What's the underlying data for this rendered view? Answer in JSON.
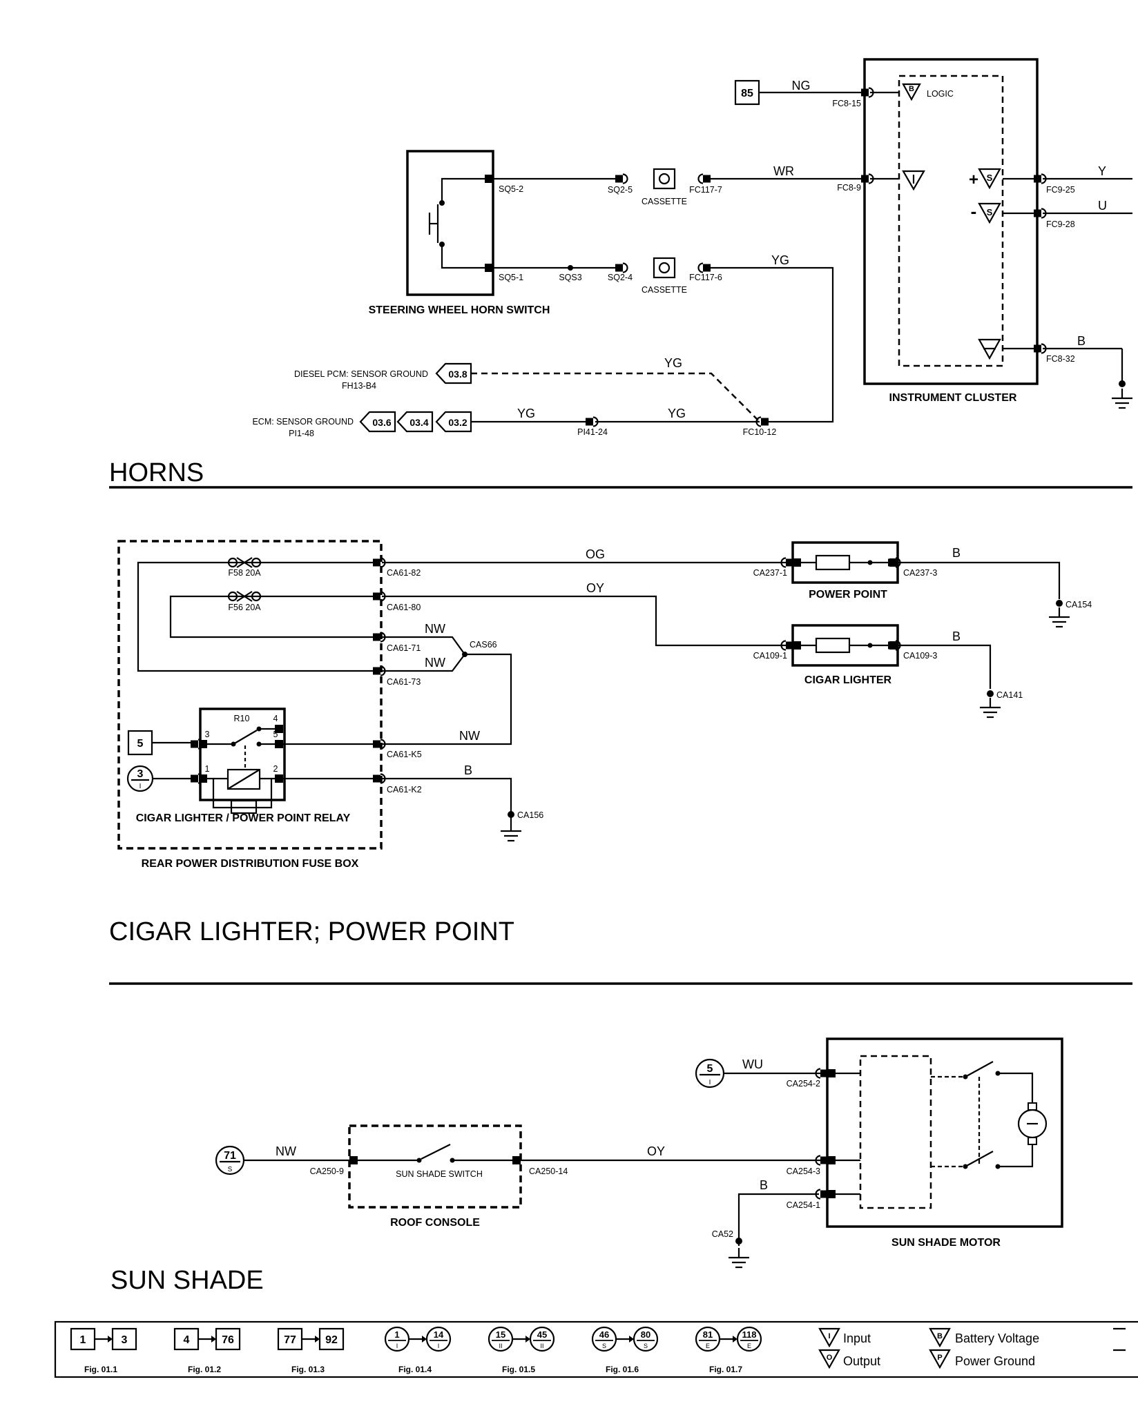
{
  "sections": {
    "horns": "HORNS",
    "cigar": "CIGAR LIGHTER; POWER POINT",
    "sunshade": "SUN SHADE"
  },
  "horns": {
    "ref_85": "85",
    "wire_ng": "NG",
    "pin_fc8_15": "FC8-15",
    "logic": "LOGIC",
    "pin_fc8_9": "FC8-9",
    "wire_wr": "WR",
    "pin_fc9_25": "FC9-25",
    "wire_y": "Y",
    "pin_fc9_28": "FC9-28",
    "wire_u": "U",
    "pin_fc8_32": "FC8-32",
    "wire_b": "B",
    "cluster_label": "INSTRUMENT CLUSTER",
    "pin_sq5_2": "SQ5-2",
    "pin_sq2_5": "SQ2-5",
    "cassette1": "CASSETTE",
    "pin_fc117_7": "FC117-7",
    "pin_sq5_1": "SQ5-1",
    "pin_sqs3": "SQS3",
    "pin_sq2_4": "SQ2-4",
    "cassette2": "CASSETTE",
    "pin_fc117_6": "FC117-6",
    "wire_yg_top": "YG",
    "switch_label": "STEERING WHEEL HORN SWITCH",
    "diesel_label": "DIESEL PCM: SENSOR GROUND",
    "diesel_pin": "FH13-B4",
    "ref_038": "03.8",
    "wire_yg_dashed": "YG",
    "ecm_label": "ECM: SENSOR GROUND",
    "ecm_pin": "PI1-48",
    "ref_036": "03.6",
    "ref_034": "03.4",
    "ref_032": "03.2",
    "wire_yg_a": "YG",
    "pin_pi41_24": "PI41-24",
    "wire_yg_b": "YG",
    "pin_fc10_12": "FC10-12",
    "plus": "+",
    "minus": "-"
  },
  "cigar": {
    "fuse_f58": "F58 20A",
    "fuse_f56": "F56 20A",
    "pin_ca61_82": "CA61-82",
    "pin_ca61_80": "CA61-80",
    "pin_ca61_71": "CA61-71",
    "pin_ca61_73": "CA61-73",
    "pin_ca61_k5": "CA61-K5",
    "pin_ca61_k2": "CA61-K2",
    "wire_og": "OG",
    "wire_oy": "OY",
    "wire_nw1": "NW",
    "wire_nw2": "NW",
    "wire_nw3": "NW",
    "splice_cas66": "CAS66",
    "wire_b_relay": "B",
    "ground_ca156": "CA156",
    "pin_ca237_1": "CA237-1",
    "pin_ca237_3": "CA237-3",
    "power_point": "POWER POINT",
    "wire_b_pp": "B",
    "ground_ca154": "CA154",
    "pin_ca109_1": "CA109-1",
    "pin_ca109_3": "CA109-3",
    "cigar_lighter": "CIGAR LIGHTER",
    "wire_b_cl": "B",
    "ground_ca141": "CA141",
    "relay_r10": "R10",
    "relay_p4": "4",
    "relay_p3": "3",
    "relay_p5": "5",
    "relay_p1": "1",
    "relay_p2": "2",
    "ref_5": "5",
    "ref_3": "3",
    "ref_3_sub": "I",
    "relay_label": "CIGAR LIGHTER / POWER POINT RELAY",
    "fusebox_label": "REAR POWER DISTRIBUTION FUSE BOX"
  },
  "sunshade": {
    "ref_71": "71",
    "ref_71_sub": "S",
    "wire_nw": "NW",
    "pin_ca250_9": "CA250-9",
    "switch": "SUN SHADE SWITCH",
    "pin_ca250_14": "CA250-14",
    "roof_console": "ROOF CONSOLE",
    "wire_oy": "OY",
    "ref_5": "5",
    "ref_5_sub": "I",
    "wire_wu": "WU",
    "pin_ca254_2": "CA254-2",
    "pin_ca254_3": "CA254-3",
    "pin_ca254_1": "CA254-1",
    "wire_b": "B",
    "ground_ca52": "CA52",
    "motor_label": "SUN SHADE MOTOR"
  },
  "legend": {
    "figs": [
      {
        "from": "1",
        "to": "3",
        "fig": "Fig. 01.1",
        "shape": "square",
        "sub_from": "",
        "sub_to": ""
      },
      {
        "from": "4",
        "to": "76",
        "fig": "Fig. 01.2",
        "shape": "square",
        "sub_from": "",
        "sub_to": ""
      },
      {
        "from": "77",
        "to": "92",
        "fig": "Fig. 01.3",
        "shape": "square",
        "sub_from": "",
        "sub_to": ""
      },
      {
        "from": "1",
        "to": "14",
        "fig": "Fig. 01.4",
        "shape": "circle",
        "sub_from": "I",
        "sub_to": "I"
      },
      {
        "from": "15",
        "to": "45",
        "fig": "Fig. 01.5",
        "shape": "circle",
        "sub_from": "II",
        "sub_to": "II"
      },
      {
        "from": "46",
        "to": "80",
        "fig": "Fig. 01.6",
        "shape": "circle",
        "sub_from": "S",
        "sub_to": "S"
      },
      {
        "from": "81",
        "to": "118",
        "fig": "Fig. 01.7",
        "shape": "circle",
        "sub_from": "E",
        "sub_to": "E"
      }
    ],
    "input": "Input",
    "output": "Output",
    "battery": "Battery Voltage",
    "power_ground": "Power Ground",
    "sym_i": "I",
    "sym_o": "O",
    "sym_b": "B",
    "sym_p": "P"
  }
}
